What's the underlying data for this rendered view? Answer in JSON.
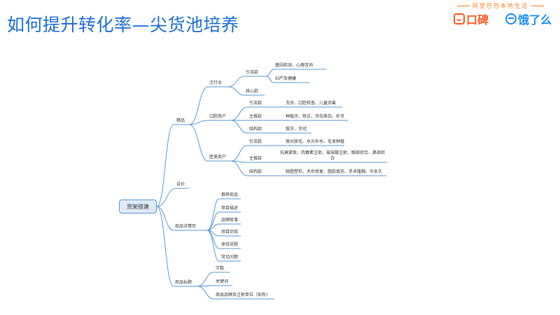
{
  "slide": {
    "title": "如何提升转化率—尖货池培养"
  },
  "branding": {
    "tagline": "阿里巴巴本地生活",
    "koubei": "口碑",
    "eleme": "饿了么",
    "koubei_color": "#ff5b1f",
    "eleme_color": "#1a8cff"
  },
  "mindmap": {
    "root": "货架搭建",
    "jingpin": "精品",
    "fanhangye": "泛行业",
    "fan_yinliu": "引流款",
    "fan_yinliu_1": "基因检测、心理咨询",
    "fan_yinliu_2": "妇产及健康",
    "fan_hexin": "核心款",
    "kouqiang": "口腔商户",
    "kq_yinliu": "引流款",
    "kq_yinliu_v": "洗牙、口腔检查、儿童涂氟",
    "kq_zhutui": "主推款",
    "kq_zhutui_v": "种植牙、矫正、牙齿美白、补牙",
    "kq_jiegou": "结构款",
    "kq_jiegou_v": "拔牙、牙冠",
    "yimei": "医美商户",
    "ym_yinliu": "引流款",
    "ym_yinliu_v": "激光脱毛、水光补水、毛发种植",
    "ym_zhutui": "主推款",
    "ym_zhutui_v": "抗衰紧致、肉毒素注射、玻尿酸注射、眼部综合、鼻部综合",
    "ym_jiegou": "结构款",
    "ym_jiegou_v": "吸脂塑形、术后修复、脂肪填充、手术隆胸、半永久",
    "shejia": "设价",
    "xiangqingye": "商品详情页",
    "xq_1": "推荐商品",
    "xq_2": "项目描述",
    "xq_3": "品牌故事",
    "xq_4": "项目功效",
    "xq_5": "体验流程",
    "xq_6": "常见问题",
    "biaoti": "商品标题",
    "bt_1": "字数",
    "bt_2": "关键词",
    "bt_3": "商品品牌及注射单位（如有）"
  }
}
